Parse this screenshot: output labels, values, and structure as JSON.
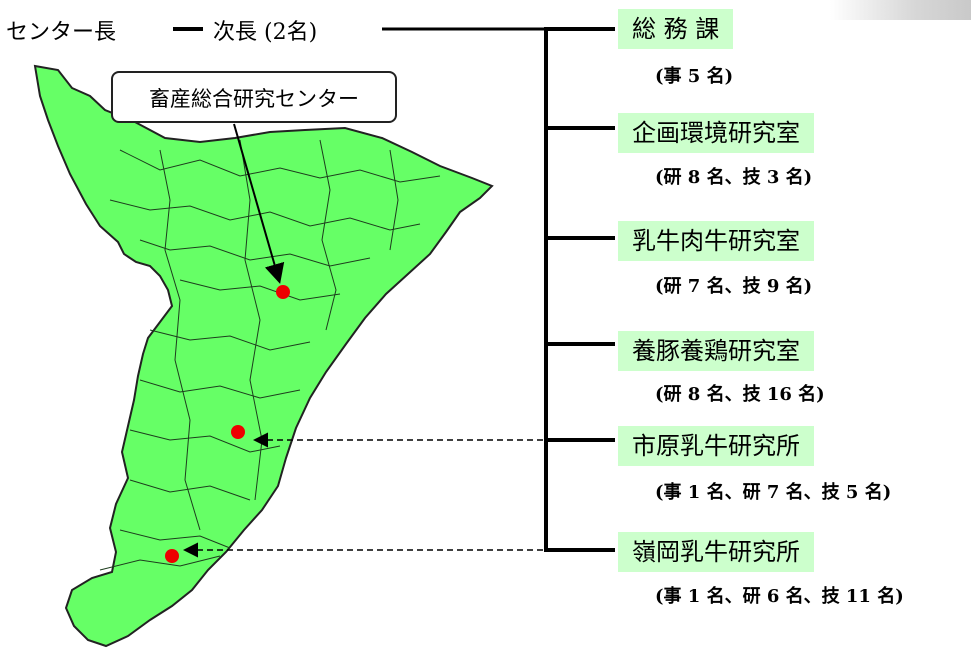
{
  "header": {
    "director": "センター長",
    "deputy": "次長 (2名)"
  },
  "map": {
    "callout": "畜産総合研究センター",
    "fill_color": "#66ff66",
    "line_color": "#222222",
    "marker_color": "#ee0000"
  },
  "units": [
    {
      "name": "総 務 課",
      "staff": "(事 5 名)"
    },
    {
      "name": "企画環境研究室",
      "staff": "(研 8 名、技 3 名)"
    },
    {
      "name": "乳牛肉牛研究室",
      "staff": "(研 7 名、技 9 名)"
    },
    {
      "name": "養豚養鶏研究室",
      "staff": "(研 8 名、技 16 名)"
    },
    {
      "name": "市原乳牛研究所",
      "staff": "(事 1 名、研 7 名、技 5 名)"
    },
    {
      "name": "嶺岡乳牛研究所",
      "staff": "(事 1 名、研 6 名、技 11 名)"
    }
  ],
  "colors": {
    "box": "#ccffcc"
  }
}
